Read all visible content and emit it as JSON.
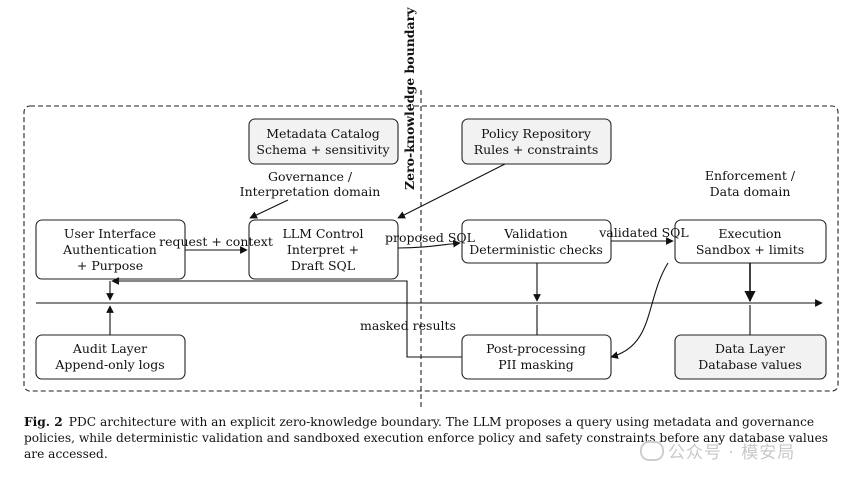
{
  "diagram": {
    "boundary_label": "Zero-knowledge boundary",
    "boxes": {
      "metadata": {
        "line1": "Metadata Catalog",
        "line2": "Schema + sensitivity"
      },
      "policy": {
        "line1": "Policy Repository",
        "line2": "Rules + constraints"
      },
      "ui": {
        "line1": "User Interface",
        "line2": "Authentication",
        "line3": "+ Purpose"
      },
      "llm": {
        "line1": "LLM Control",
        "line2": "Interpret +",
        "line3": "Draft SQL"
      },
      "validation": {
        "line1": "Validation",
        "line2": "Deterministic checks"
      },
      "execution": {
        "line1": "Execution",
        "line2": "Sandbox + limits"
      },
      "audit": {
        "line1": "Audit Layer",
        "line2": "Append-only logs"
      },
      "postprocessing": {
        "line1": "Post-processing",
        "line2": "PII masking"
      },
      "datalayer": {
        "line1": "Data Layer",
        "line2": "Database values"
      }
    },
    "domains": {
      "governance_line1": "Governance /",
      "governance_line2": "Interpretation domain",
      "enforcement_line1": "Enforcement /",
      "enforcement_line2": "Data domain"
    },
    "edges": {
      "request": "request + context",
      "proposed": "proposed SQL",
      "validated": "validated SQL",
      "masked": "masked results"
    }
  },
  "caption": {
    "label": "Fig. 2",
    "text": "PDC architecture with an explicit zero-knowledge boundary. The LLM proposes a query using metadata and governance policies, while deterministic validation and sandboxed execution enforce policy and safety constraints before any database values are accessed."
  },
  "watermark": {
    "text": "公众号 · 模安局"
  }
}
